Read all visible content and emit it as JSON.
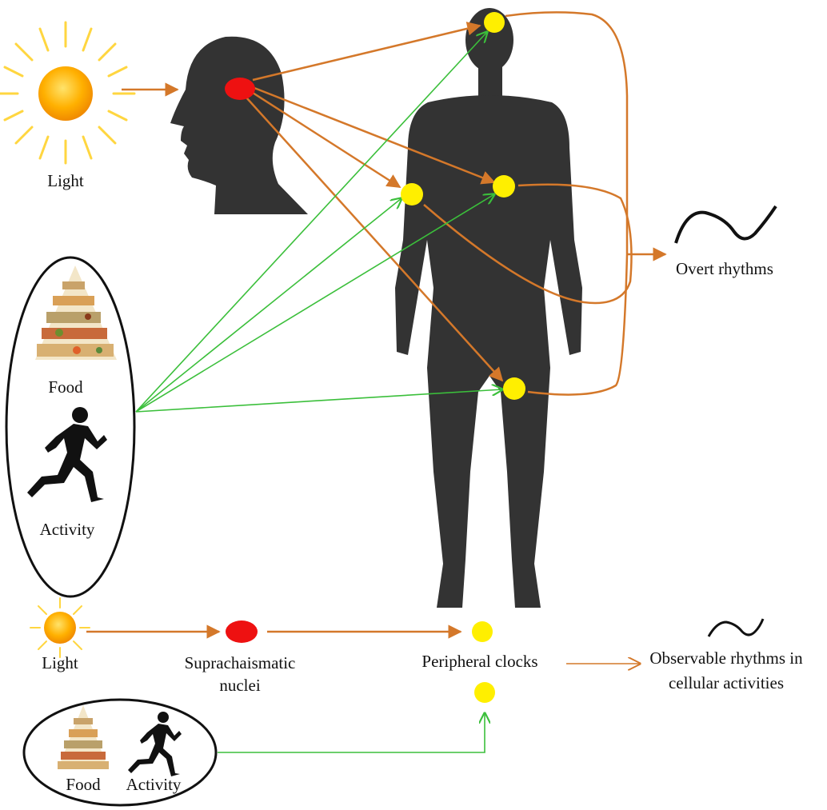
{
  "labels": {
    "light_top": "Light",
    "food_top": "Food",
    "activity_top": "Activity",
    "overt_rhythms": "Overt rhythms",
    "light_bottom": "Light",
    "scn_line1": "Suprachaismatic",
    "scn_line2": "nuclei",
    "peripheral_clocks": "Peripheral clocks",
    "observable_line1": "Observable rhythms in",
    "observable_line2": "cellular activities",
    "food_bottom": "Food",
    "activity_bottom": "Activity"
  },
  "colors": {
    "light_pathway": "#d4782a",
    "food_activity_pathway": "#3bbf3b",
    "central_clock": "#ee1111",
    "peripheral_clock": "#ffef00",
    "silhouette": "#333333",
    "sun_core": "#ffb000",
    "sun_rays": "#ffd640"
  },
  "icons": [
    "sun-icon",
    "head-silhouette-icon",
    "human-body-silhouette-icon",
    "food-pyramid-icon",
    "runner-icon",
    "wave-icon"
  ]
}
